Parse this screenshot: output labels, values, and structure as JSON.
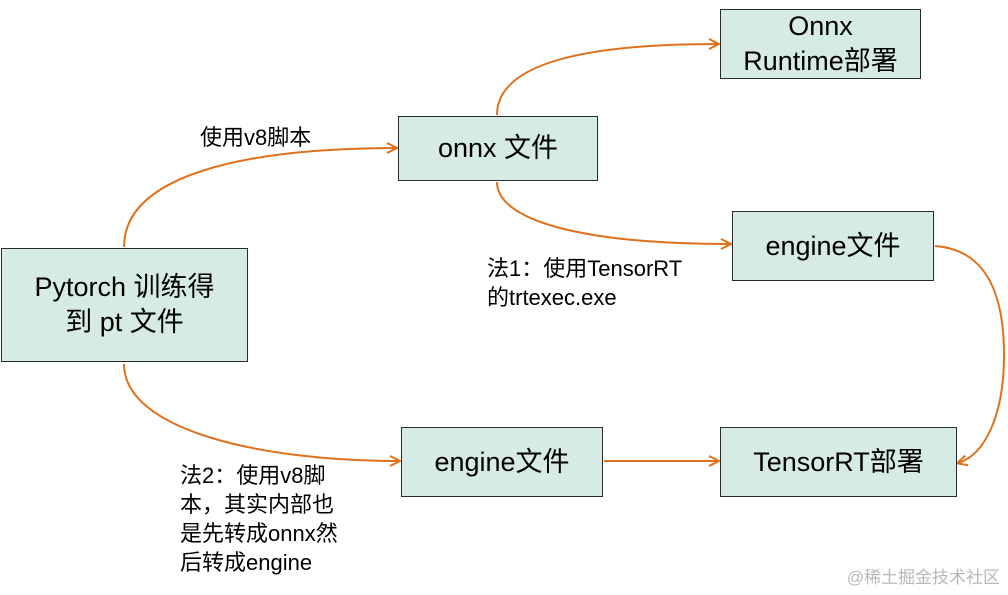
{
  "nodes": {
    "pytorch": {
      "line1": "Pytorch 训练得",
      "line2": "到  pt 文件"
    },
    "onnx_file": {
      "text": "onnx  文件"
    },
    "onnx_runtime": {
      "line1": "Onnx",
      "line2": "Runtime部署"
    },
    "engine_file_top": {
      "text": "engine文件"
    },
    "engine_file_bottom": {
      "text": "engine文件"
    },
    "tensorrt": {
      "text": "TensorRT部署"
    }
  },
  "labels": {
    "v8_script": "使用v8脚本",
    "method1": [
      "法1：使用TensorRT",
      "的trtexec.exe"
    ],
    "method2": [
      "法2：使用v8脚",
      "本，其实内部也",
      "是先转成onnx然",
      "后转成engine"
    ]
  },
  "watermark": "@稀土掘金技术社区",
  "colors": {
    "node_fill": "#d6ebe6",
    "node_border": "#2b2b2b",
    "arrow": "#e0711c"
  }
}
